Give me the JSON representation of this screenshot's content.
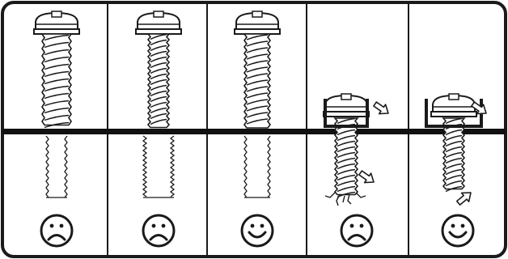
{
  "colors": {
    "ink": "#1a1a1a",
    "background": "#ffffff",
    "divider": "#111111"
  },
  "panels": [
    {
      "id": 1,
      "screw": "thick-coarse-thread",
      "hole": "narrow-threaded-hole",
      "washer_cup": false,
      "cracks": false,
      "arrows": [],
      "face": "sad-face-icon"
    },
    {
      "id": 2,
      "screw": "thin-fine-thread",
      "hole": "wide-threaded-hole",
      "washer_cup": false,
      "cracks": false,
      "arrows": [],
      "face": "sad-face-icon"
    },
    {
      "id": 3,
      "screw": "matching-thread",
      "hole": "matching-threaded-hole",
      "washer_cup": false,
      "cracks": false,
      "arrows": [],
      "face": "happy-face-icon"
    },
    {
      "id": 4,
      "screw": "thread-in-bracket",
      "hole": "none",
      "washer_cup": true,
      "cracks": true,
      "arrows": [
        "arrow-icon-bracket",
        "arrow-icon-shaft"
      ],
      "face": "sad-face-icon"
    },
    {
      "id": 5,
      "screw": "thread-in-bracket",
      "hole": "none",
      "washer_cup": true,
      "cracks": false,
      "arrows": [
        "arrow-icon-bracket",
        "arrow-icon-tip"
      ],
      "face": "happy-face-icon"
    }
  ]
}
